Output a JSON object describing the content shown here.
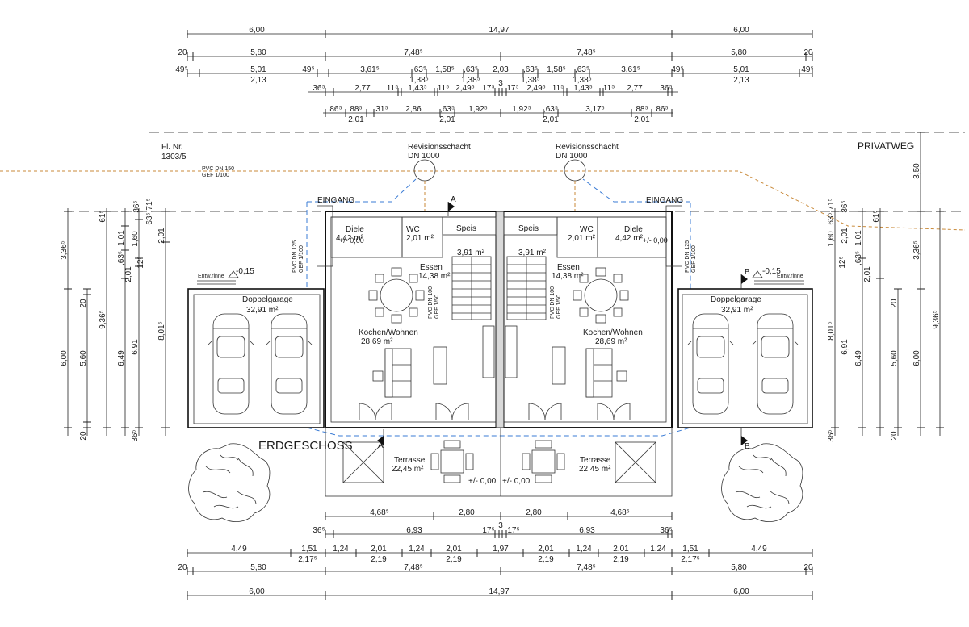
{
  "title": "ERDGESCHOSS",
  "plot": {
    "label_line1": "Fl. Nr.",
    "label_line2": "1303/5"
  },
  "road": "PRIVATWEG",
  "pipe_top": {
    "line1": "PVC DN 150",
    "line2": "GEF 1/100"
  },
  "shafts": [
    {
      "line1": "Revisionsschacht",
      "line2": "DN 1000"
    },
    {
      "line1": "Revisionsschacht",
      "line2": "DN 1000"
    }
  ],
  "entries": [
    "EINGANG",
    "EINGANG"
  ],
  "rooms_left": [
    {
      "name": "Diele",
      "area": "4,42 m²"
    },
    {
      "name": "WC",
      "area": "2,01 m²"
    },
    {
      "name": "Speis",
      "area": ""
    },
    {
      "name": "",
      "area": "3,91 m²"
    },
    {
      "name": "Essen",
      "area": "14,38 m²"
    },
    {
      "name": "Kochen/Wohnen",
      "area": "28,69 m²"
    },
    {
      "name": "Terrasse",
      "area": "22,45 m²"
    }
  ],
  "rooms_right": [
    {
      "name": "Diele",
      "area": "4,42 m²"
    },
    {
      "name": "WC",
      "area": "2,01 m²"
    },
    {
      "name": "Speis",
      "area": ""
    },
    {
      "name": "",
      "area": "3,91 m²"
    },
    {
      "name": "Essen",
      "area": "14,38 m²"
    },
    {
      "name": "Kochen/Wohnen",
      "area": "28,69 m²"
    },
    {
      "name": "Terrasse",
      "area": "22,45 m²"
    }
  ],
  "garages": [
    {
      "name": "Doppelgarage",
      "area": "32,91 m²"
    },
    {
      "name": "Doppelgarage",
      "area": "32,91 m²"
    }
  ],
  "levels": {
    "entry_left": "+/- 0,00",
    "entry_right": "+/- 0,00",
    "garage_left": "-0,15",
    "garage_right": "-0,15",
    "terrace_left": "+/- 0,00",
    "terrace_right": "+/- 0,00"
  },
  "gutter": [
    "Entw.rinne",
    "Entw.rinne"
  ],
  "pipes_side": [
    {
      "line1": "PVC DN 125",
      "line2": "GEF 1/100"
    },
    {
      "line1": "PVC DN 125",
      "line2": "GEF 1/100"
    },
    {
      "line1": "PVC DN 100",
      "line2": "GEF 1/50"
    },
    {
      "line1": "PVC DN 100",
      "line2": "GEF 1/50"
    }
  ],
  "section_marks": [
    "A",
    "A",
    "B",
    "B"
  ],
  "dims_top": {
    "row1": [
      "6,00",
      "14,97",
      "6,00"
    ],
    "row2": [
      "20",
      "5,80",
      "7,48⁵",
      "7,48⁵",
      "5,80",
      "20"
    ],
    "row3a": [
      "49⁵",
      "5,01",
      "49⁵",
      "3,61⁵",
      ",63⁵",
      "1,58⁵",
      ",63⁵",
      "2,03",
      ",63⁵",
      "1,58⁵",
      ",63⁵",
      "3,61⁵",
      "49⁵",
      "5,01",
      "49⁵"
    ],
    "row3b": [
      "2,13",
      "1,38⁵",
      "1,38⁵",
      "1,38⁵",
      "1,38⁵",
      "2,13"
    ],
    "row4": [
      "36⁵",
      "2,77",
      "11⁵",
      "1,43⁵",
      "11⁵",
      "2,49⁵",
      "17⁵",
      "3",
      "17⁵",
      "2,49⁵",
      "11⁵",
      "1,43⁵",
      "11⁵",
      "2,77",
      "36⁵"
    ],
    "row5a": [
      "86⁵",
      "88⁵",
      "31⁵",
      "2,86",
      ",63⁵",
      "1,92⁵",
      "1,92⁵",
      ",63⁵",
      "3,17⁵",
      "88⁵",
      "86⁵"
    ],
    "row5b": [
      "2,01",
      "2,01",
      "2,01",
      "2,01"
    ]
  },
  "dims_bottom": {
    "row1": [
      "4,68⁵",
      "2,80",
      "2,80",
      "4,68⁵"
    ],
    "row2": [
      "36⁵",
      "6,93",
      "17⁵",
      "3",
      "17⁵",
      "6,93",
      "36⁵"
    ],
    "row3a": [
      "4,49",
      "1,51",
      "1,24",
      "2,01",
      "1,24",
      "2,01",
      "1,97",
      "2,01",
      "1,24",
      "2,01",
      "1,24",
      "1,51",
      "4,49"
    ],
    "row3b": [
      "2,17⁵",
      "2,19",
      "2,19",
      "2,19",
      "2,19",
      "2,17⁵"
    ],
    "row4": [
      "20",
      "5,80",
      "7,48⁵",
      "7,48⁵",
      "5,80",
      "20"
    ],
    "row5": [
      "6,00",
      "14,97",
      "6,00"
    ]
  },
  "dims_left": [
    "3,36⁵",
    "6,00",
    "20",
    "5,60",
    "20",
    "9,36⁵",
    "61⁵",
    "1,01",
    ",63⁵",
    "2,01",
    "6,49",
    "36⁵",
    "1,60",
    "12⁵",
    "6,91",
    "63⁵,71⁵",
    "2,01",
    "8,01⁵",
    "36⁵"
  ],
  "dims_right": [
    "3,50",
    "3,36⁵",
    "9,36⁵",
    "6,00",
    "5,60",
    "20",
    "20",
    "61⁵",
    "1,01",
    ",63⁵",
    "2,01",
    "6,49",
    "36⁵",
    "1,60",
    "12⁵",
    "6,91",
    "63⁵,71⁵",
    "2,01",
    "8,01⁵",
    "36⁵"
  ]
}
